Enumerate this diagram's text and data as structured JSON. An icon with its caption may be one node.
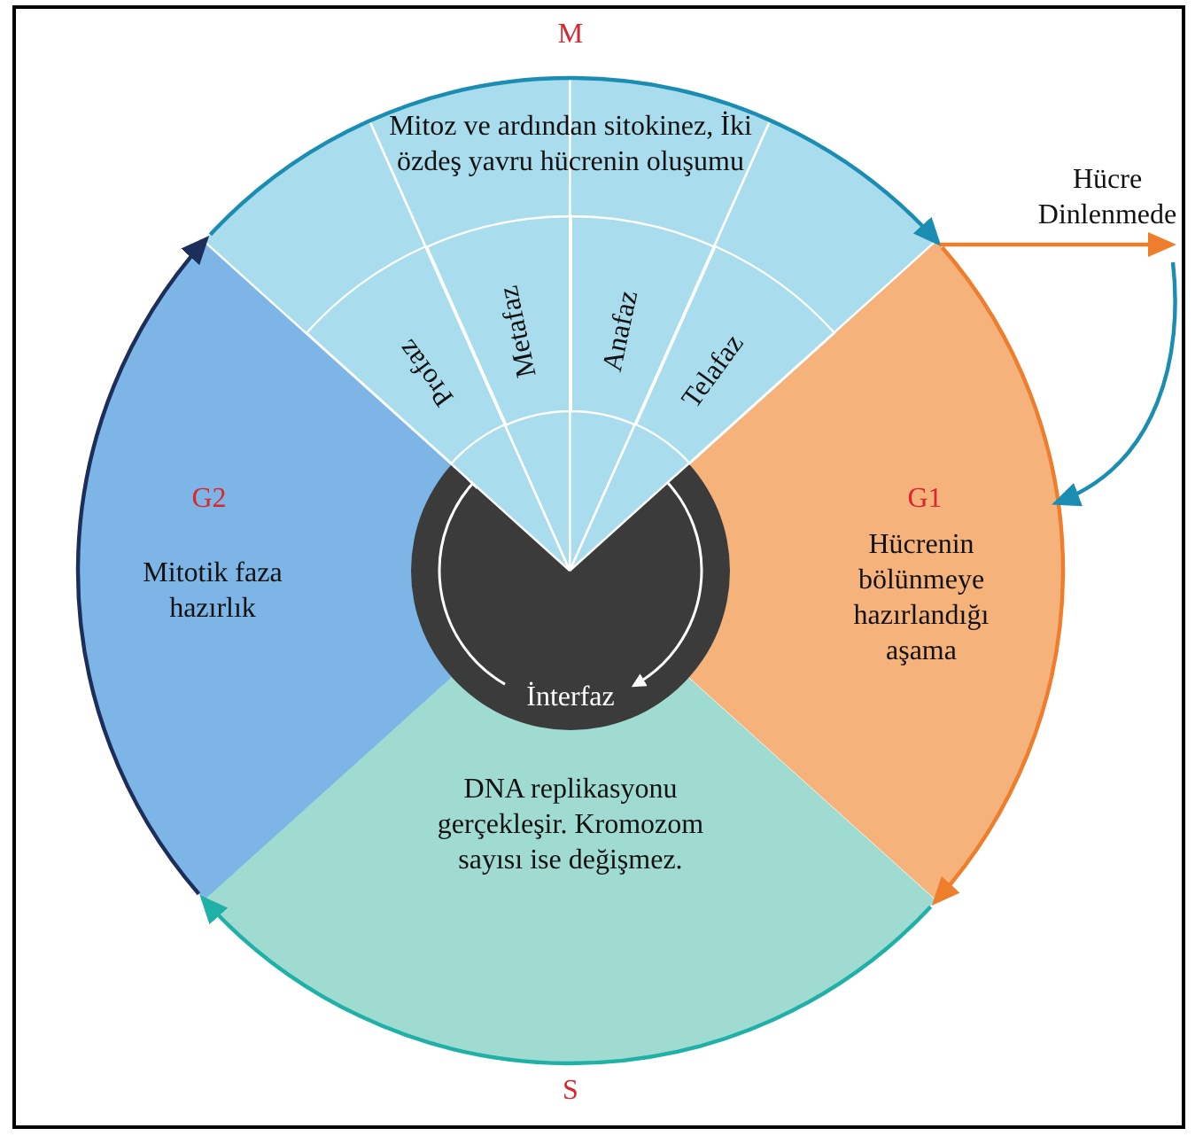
{
  "diagram": {
    "nodes": [
      {
        "text": [
          "M",
          "Mitoz ve ardından sitokinez, İki özdeş yavru hücrenin oluşumu"
        ]
      },
      {
        "text": [
          "Profaz"
        ],
        "in": 0
      },
      {
        "text": [
          "Metafaz"
        ],
        "in": 0
      },
      {
        "text": [
          "Anafaz"
        ],
        "in": 0
      },
      {
        "text": [
          "Telafaz"
        ],
        "in": 0
      },
      {
        "text": [
          "Hücre Dinlenmede"
        ]
      },
      {
        "text": [
          "G2",
          "Mitotik faza hazırlık"
        ]
      },
      {
        "text": [
          "G1",
          "Hücrenin bölünmeye hazırlandığı aşama"
        ]
      },
      {
        "text": [
          "İnterfaz"
        ]
      },
      {
        "text": [
          "DNA replikasyonu gerçekleşir. Kromozom sayısı ise değişmez.",
          "S"
        ]
      }
    ],
    "edges": [
      {
        "from": 0,
        "to": 7,
        "arrow": "to",
        "color": "#1b8db3"
      },
      {
        "from": 7,
        "to": 9,
        "arrow": "to",
        "color": "#ee7d2c"
      },
      {
        "from": 9,
        "to": 6,
        "arrow": "to",
        "color": "#1fb0a8"
      },
      {
        "from": 6,
        "to": 0,
        "arrow": "to",
        "color": "#1c2e5a"
      },
      {
        "from": 7,
        "to": 5,
        "arrow": "to",
        "color": "#ee7d2c"
      },
      {
        "from": 5,
        "to": 7,
        "arrow": "to",
        "color": "#1b8db3"
      }
    ]
  }
}
